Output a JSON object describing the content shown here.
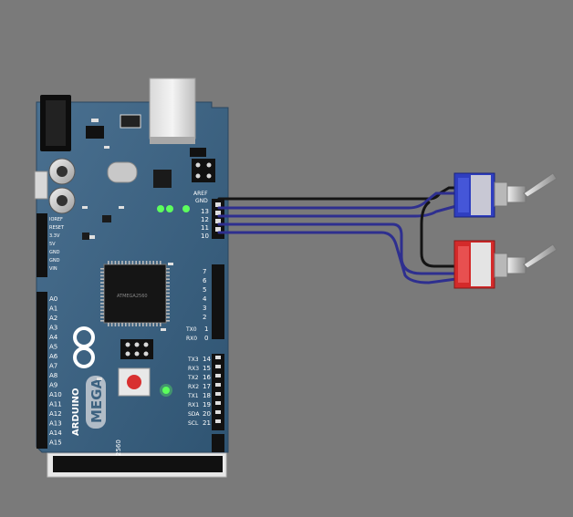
{
  "board": {
    "brand": "ARDUINO",
    "model": "MEGA",
    "model_code": "2560",
    "aref_label": "AREF",
    "gnd_label": "GND",
    "reset_label": "RESET",
    "top_pin_numbers": [
      "13",
      "12",
      "11",
      "10"
    ],
    "right_pin_numbers": [
      "7",
      "6",
      "5",
      "4",
      "3",
      "2",
      "1",
      "0"
    ],
    "tx_labels": [
      "TX0",
      "RX0"
    ],
    "comm_pins": [
      {
        "label": "TX3",
        "num": "14"
      },
      {
        "label": "RX3",
        "num": "15"
      },
      {
        "label": "TX2",
        "num": "16"
      },
      {
        "label": "RX2",
        "num": "17"
      },
      {
        "label": "TX1",
        "num": "18"
      },
      {
        "label": "RX1",
        "num": "19"
      },
      {
        "label": "SDA",
        "num": "20"
      },
      {
        "label": "SCL",
        "num": "21"
      }
    ],
    "analog_pins": [
      "A0",
      "A1",
      "A2",
      "A3",
      "A4",
      "A5",
      "A6",
      "A7",
      "A8",
      "A9",
      "A10",
      "A11",
      "A12",
      "A13",
      "A14",
      "A15"
    ],
    "power_labels": [
      "IOREF",
      "RESET",
      "3.3V",
      "5V",
      "GND",
      "GND",
      "VIN"
    ],
    "chip_label": "ATMEGA2560",
    "colors": {
      "background": "#7a7a7a",
      "board": "#3d6280",
      "wire_black": "#141414",
      "wire_blue": "#2e2f8f",
      "switch_blue": "#2f3ec0",
      "switch_red": "#d42a2a",
      "led_green": "#5dff5d"
    }
  },
  "switches": [
    {
      "name": "toggle-switch-blue",
      "color": "blue"
    },
    {
      "name": "toggle-switch-red",
      "color": "red"
    }
  ]
}
